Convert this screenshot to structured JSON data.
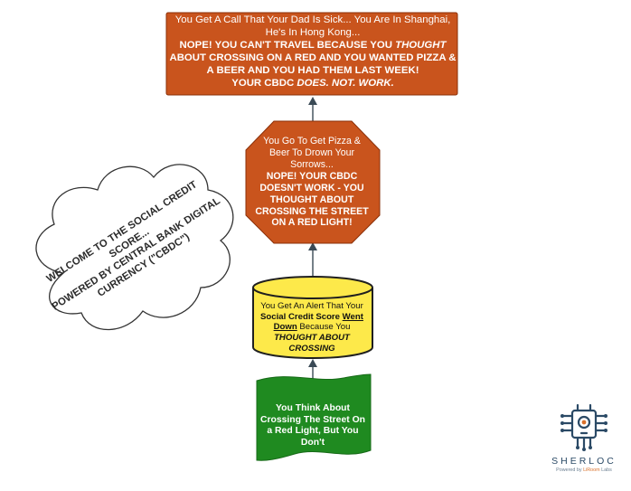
{
  "colors": {
    "box_fill": "#c9541d",
    "box_stroke": "#8a2f08",
    "cylinder_fill": "#fde94a",
    "cylinder_stroke": "#1f1f1f",
    "document_fill": "#1f8a20",
    "arrow": "#3a4a56",
    "cloud_stroke": "#333333",
    "logo": "#2b4a66",
    "logo_accent": "#d9702a"
  },
  "top_box": {
    "line1": "You Get A Call That Your Dad Is Sick... You Are In Shanghai, He's In Hong Kong...",
    "line2a": "NOPE! YOU CAN'T TRAVEL BECAUSE YOU ",
    "line2b": "THOUGHT",
    "line2c": " ABOUT CROSSING ON A RED AND YOU WANTED PIZZA & A BEER AND YOU HAD THEM LAST WEEK!",
    "line3a": "YOUR CBDC ",
    "line3b": "DOES. NOT. WORK."
  },
  "octagon": {
    "line1": "You Go To Get Pizza & Beer To Drown Your Sorrows...",
    "line2": "NOPE! YOUR CBDC DOESN'T WORK - YOU THOUGHT ABOUT CROSSING THE STREET ON A RED LIGHT!"
  },
  "cylinder": {
    "part1": "You Get An Alert That Your ",
    "part2": "Social Credit Score ",
    "part3": "Went Down",
    "part4": " Because You ",
    "part5": "THOUGHT ABOUT CROSSING"
  },
  "document": {
    "text": "You Think About Crossing The Street On a Red Light, But You Don't"
  },
  "cloud": {
    "line1": "WELCOME TO THE SOCIAL CREDIT SCORE...",
    "line2": "POWERED BY CENTRAL BANK DIGITAL CURRENCY (\"CBDC\")"
  },
  "logo": {
    "icon": "circuit-face-icon",
    "word": "SHERLOC",
    "tag_prefix": "Powered by ",
    "tag_accent": "LiRoom",
    "tag_suffix": " Labs"
  }
}
